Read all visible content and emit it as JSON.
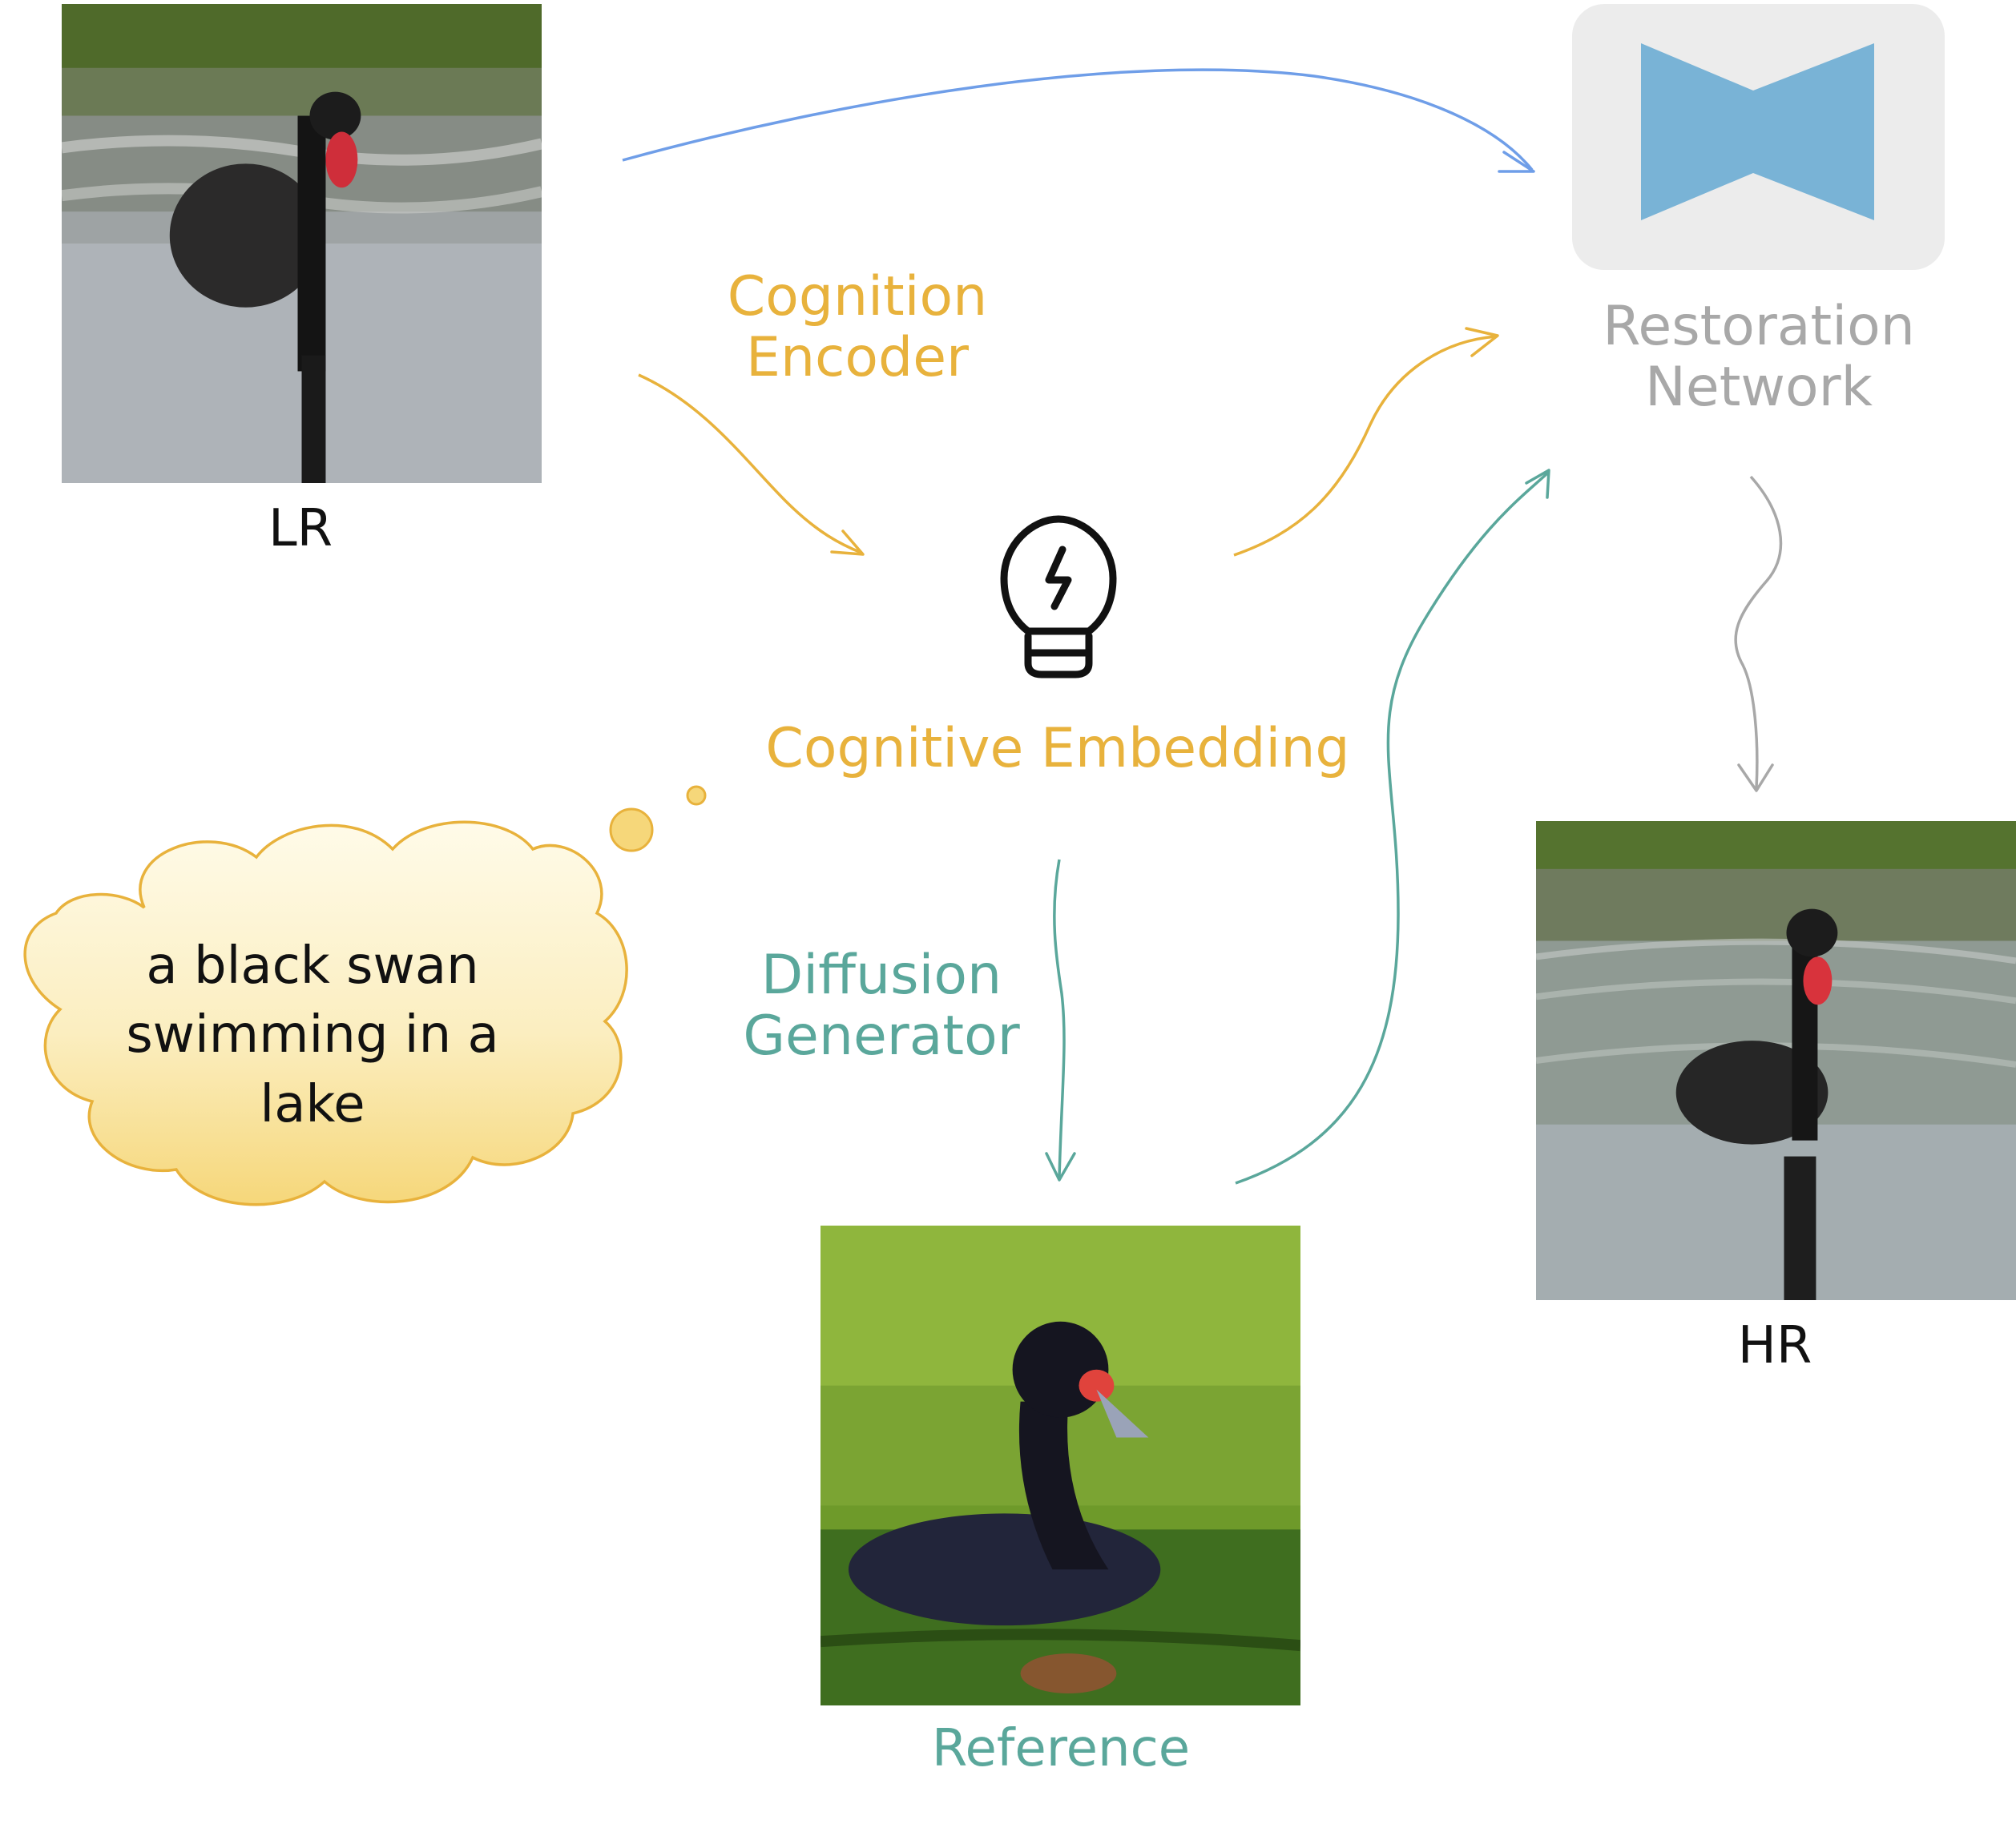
{
  "labels": {
    "lr": "LR",
    "hr": "HR",
    "reference": "Reference",
    "cognition_encoder": [
      "Cognition",
      "Encoder"
    ],
    "restoration_network": [
      "Restoration",
      "Network"
    ],
    "cognitive_embedding": "Cognitive Embedding",
    "diffusion_generator": [
      "Diffusion",
      "Generator"
    ]
  },
  "thought": {
    "text": [
      "a black swan",
      "swimming in a",
      "lake"
    ]
  },
  "icons": {
    "embedding": "lightbulb-bolt-icon",
    "network": "bowtie-network-icon"
  },
  "colors": {
    "blue": "#6f9ee8",
    "gold": "#e8b23c",
    "teal": "#5aa79b",
    "gray": "#a8a8a8",
    "network_fill": "#79b3d6",
    "network_bg": "#ececec",
    "cloud_fill": "#fbe6a3"
  }
}
